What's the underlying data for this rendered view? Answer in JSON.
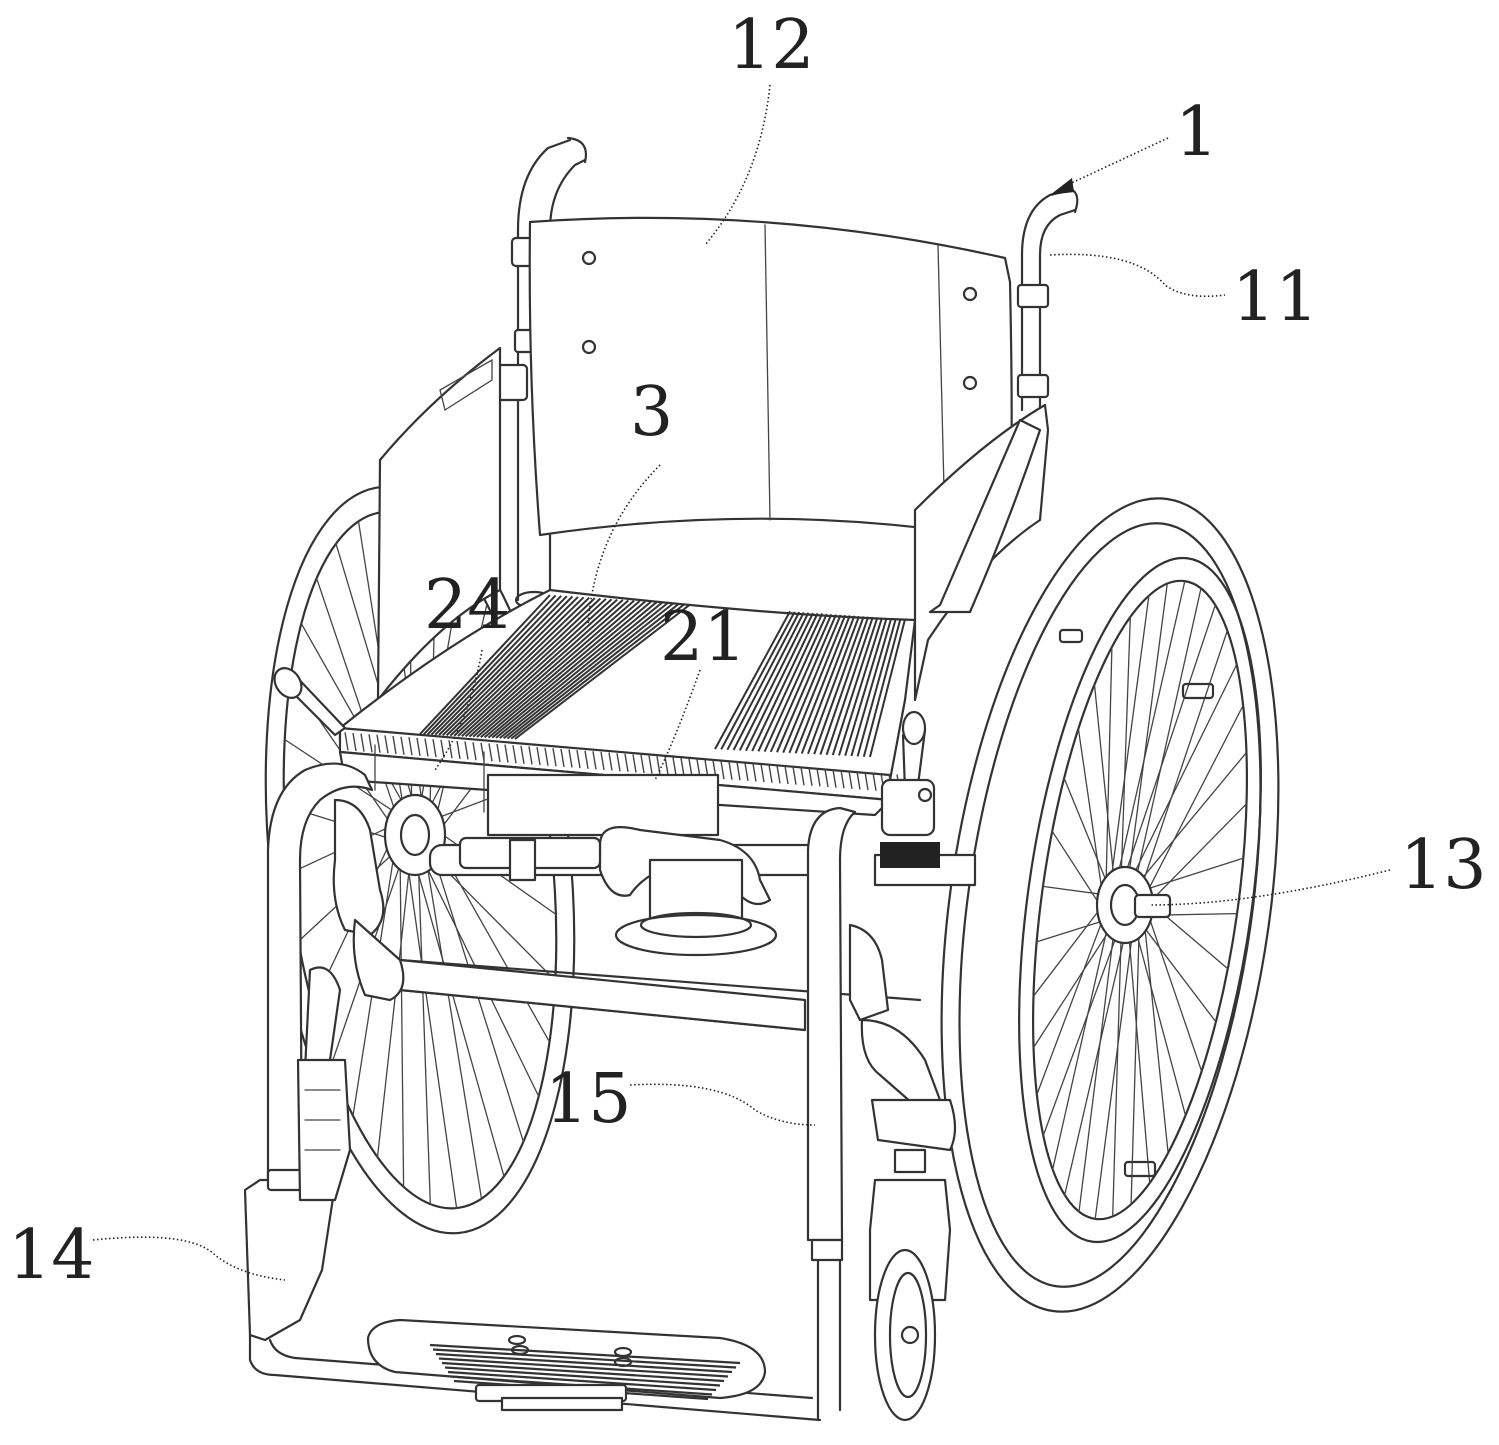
{
  "figure": {
    "labels": {
      "handle": "1",
      "push_handle_tube": "11",
      "backrest": "12",
      "wheel_axle": "13",
      "front_frame_left": "14",
      "front_frame_right": "15",
      "seat_plate": "21",
      "seat_side_rail": "24",
      "seat_strip": "3"
    }
  },
  "colors": {
    "line": "#333333",
    "text": "#222222",
    "background": "#ffffff"
  }
}
